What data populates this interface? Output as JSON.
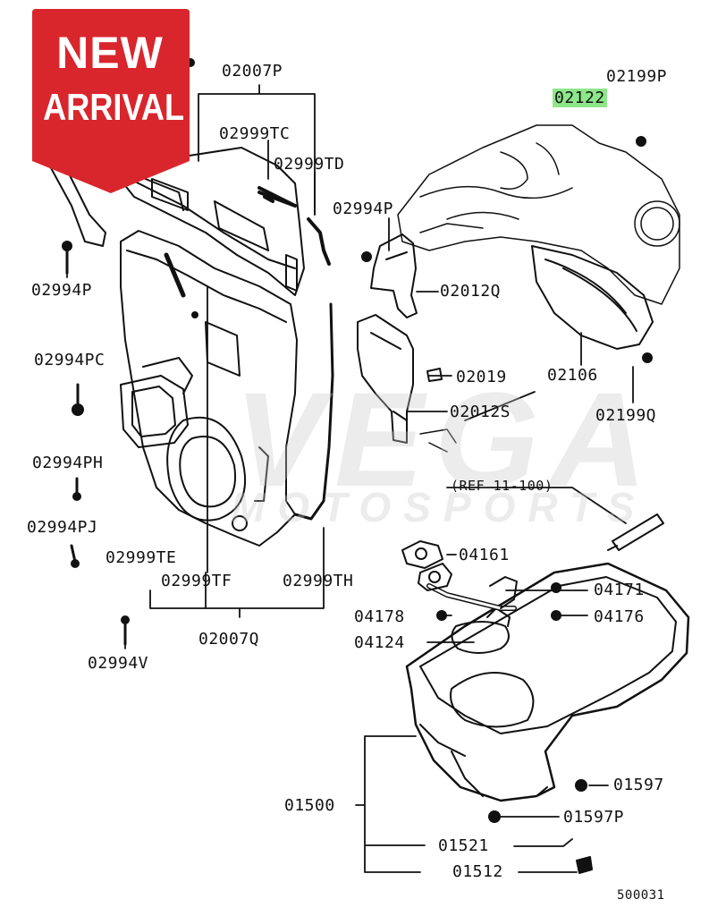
{
  "badge": {
    "line1": "NEW",
    "line2": "ARRIVAL",
    "color": "#d8262c"
  },
  "watermark": {
    "line1": "VEGA",
    "line2": "MOTOSPORTS"
  },
  "labels": {
    "p02007p": "02007P",
    "p02199p": "02199P",
    "p02122": "02122",
    "p02999tc": "02999TC",
    "p02999td": "02999TD",
    "p02994p_a": "02994P",
    "p02994p_b": "02994P",
    "p02012q": "02012Q",
    "p02994pc": "02994PC",
    "p02019": "02019",
    "p02106": "02106",
    "p02199q": "02199Q",
    "p02012s": "02012S",
    "p02994ph": "02994PH",
    "ref": "(REF 11-100)",
    "p02994pj": "02994PJ",
    "p02999te": "02999TE",
    "p04161": "04161",
    "p02999tf": "02999TF",
    "p02999th": "02999TH",
    "p04171": "04171",
    "p04178": "04178",
    "p04176": "04176",
    "p02007q": "02007Q",
    "p04124": "04124",
    "p02994v": "02994V",
    "p01597": "01597",
    "p01500": "01500",
    "p01597p": "01597P",
    "p01521": "01521",
    "p01512": "01512",
    "diagram_id": "500031"
  },
  "colors": {
    "highlight": "#8ee68a",
    "line": "#111111"
  }
}
